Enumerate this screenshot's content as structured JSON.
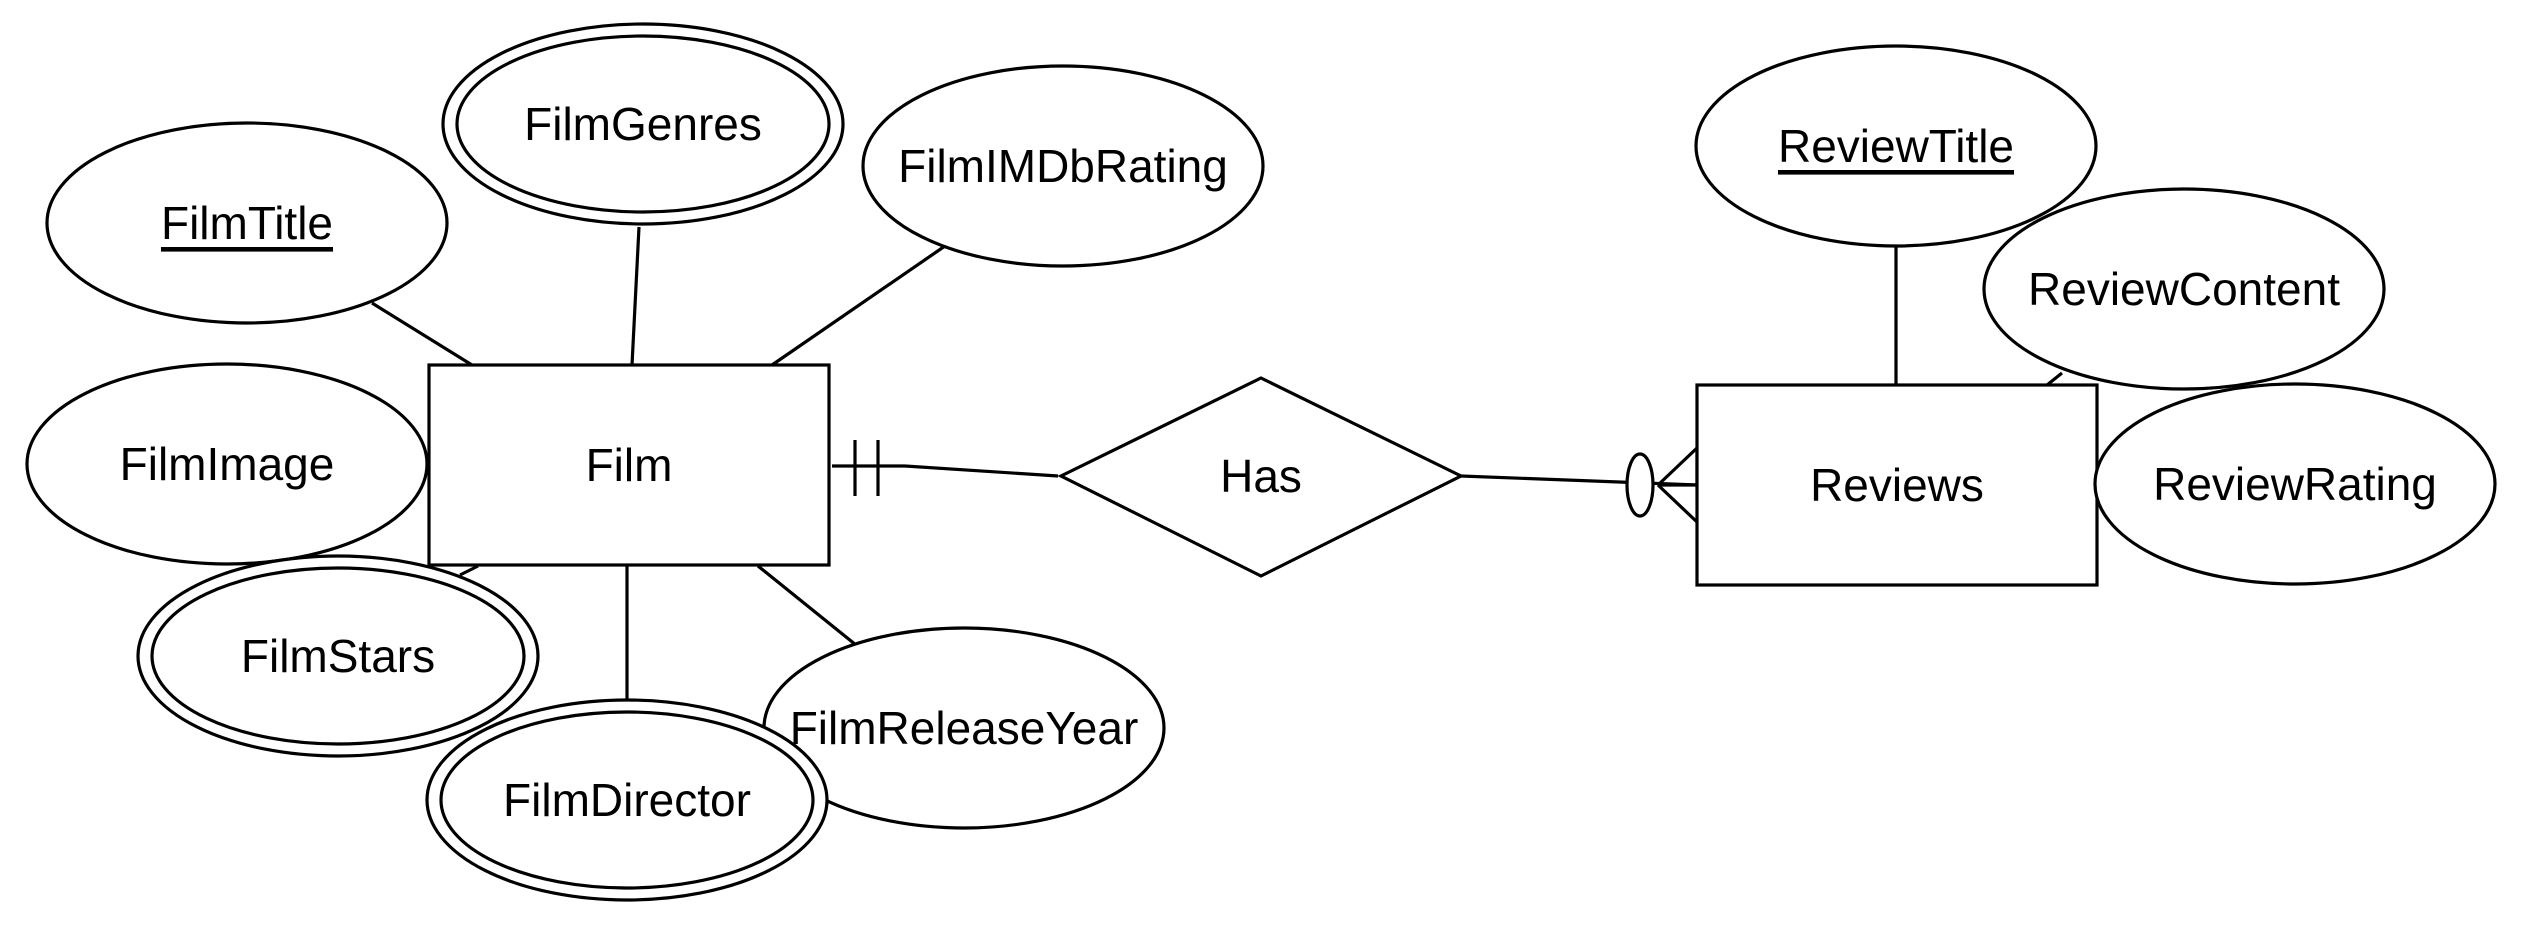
{
  "diagram": {
    "entities": {
      "film": "Film",
      "reviews": "Reviews"
    },
    "relationship": "Has",
    "attributes": {
      "film_title": "FilmTitle",
      "film_genres": "FilmGenres",
      "film_imdb_rating": "FilmIMDbRating",
      "film_image": "FilmImage",
      "film_stars": "FilmStars",
      "film_director": "FilmDirector",
      "film_release_year": "FilmReleaseYear",
      "review_title": "ReviewTitle",
      "review_content": "ReviewContent",
      "review_rating": "ReviewRating"
    },
    "colors": {
      "stroke": "#000000",
      "fill": "#ffffff"
    }
  }
}
